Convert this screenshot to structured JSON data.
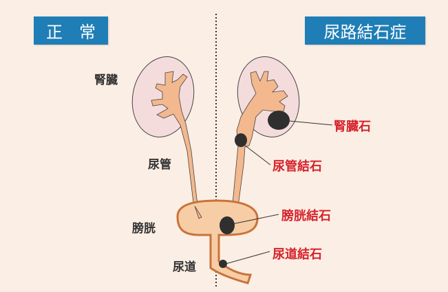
{
  "headers": {
    "normal": "正　常",
    "disease": "尿路結石症"
  },
  "labels_normal": {
    "kidney": "腎臓",
    "ureter": "尿管",
    "bladder": "膀胱",
    "urethra": "尿道"
  },
  "labels_stones": {
    "kidney_stone": "腎臓石",
    "ureter_stone": "尿管結石",
    "bladder_stone": "膀胱結石",
    "urethra_stone": "尿道結石"
  },
  "colors": {
    "background": "#fbeee4",
    "header": "#1f7eb6",
    "stone_label": "#d7222c",
    "kidney": "#f5dcdc",
    "tract": "#f3b88e",
    "bladder_wall": "#c8733a",
    "stone": "#2f2f2f"
  }
}
